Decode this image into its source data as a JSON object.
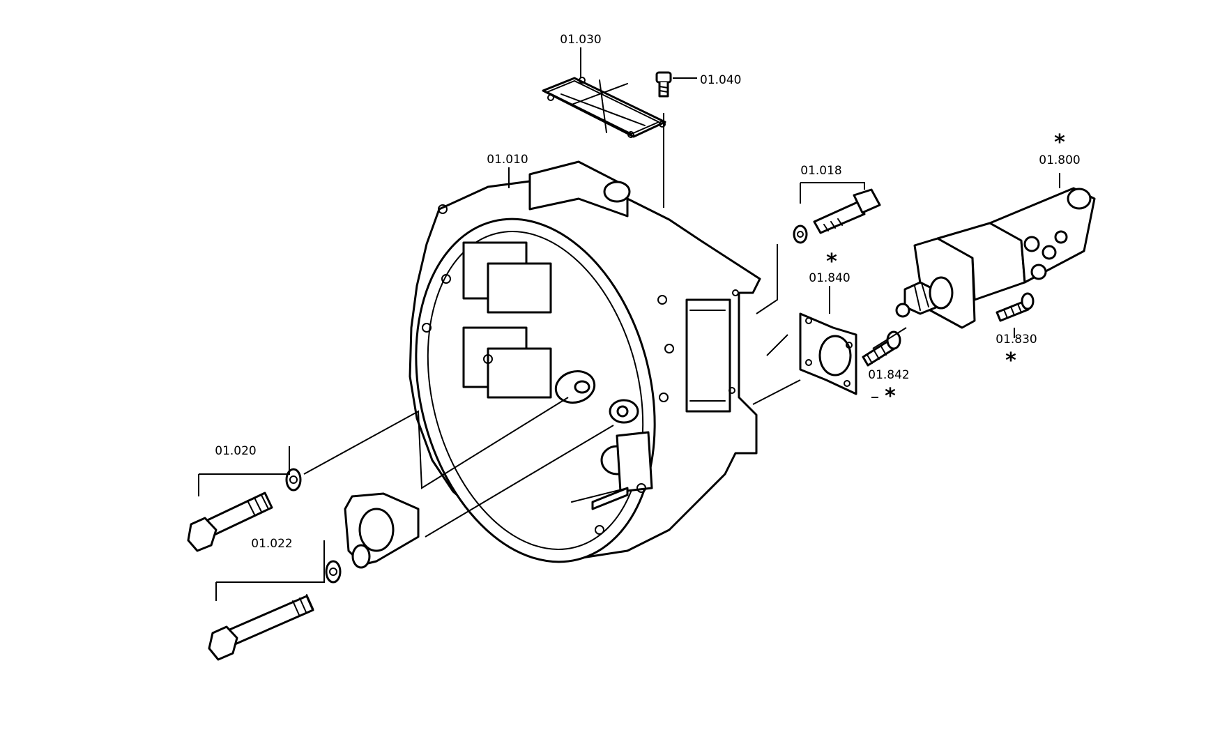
{
  "diagram": {
    "labels": {
      "p01_010": "01.010",
      "p01_018": "01.018",
      "p01_020": "01.020",
      "p01_022": "01.022",
      "p01_030": "01.030",
      "p01_040": "01.040",
      "p01_800": "01.800",
      "p01_830": "01.830",
      "p01_840": "01.840",
      "p01_842": "01.842"
    },
    "marker": "*"
  },
  "colors": {
    "line": "#000000",
    "background": "#ffffff"
  }
}
